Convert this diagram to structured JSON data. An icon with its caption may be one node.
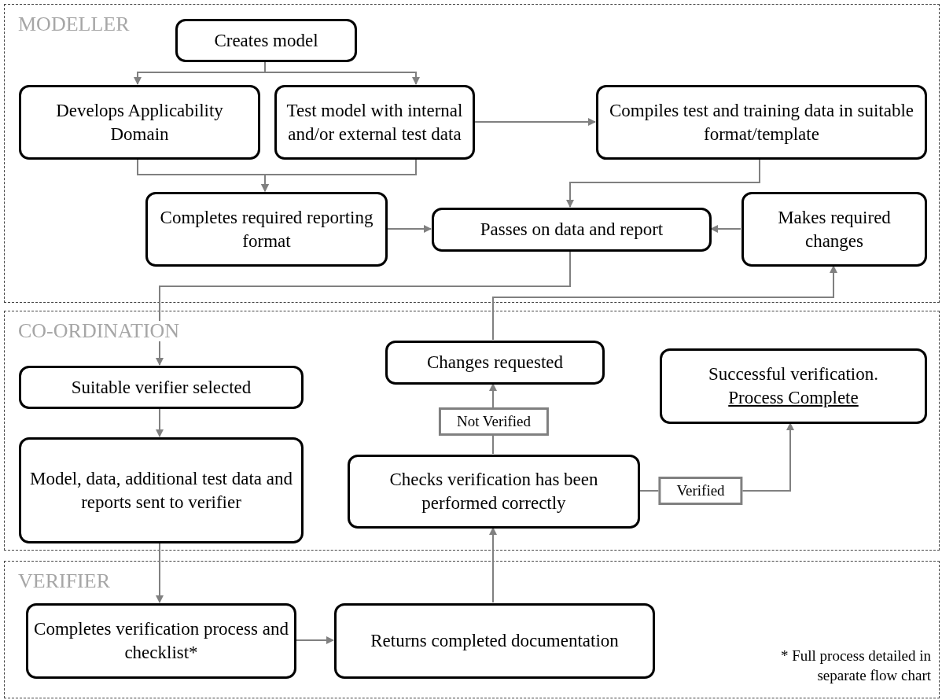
{
  "diagram": {
    "nodes": [
      {
        "text": [
          "MODELLER"
        ]
      },
      {
        "text": [
          "Creates model"
        ],
        "in": 0
      },
      {
        "text": [
          "Develops Applicability Domain"
        ],
        "in": 0
      },
      {
        "text": [
          "Test model with internal and/or external test data"
        ],
        "in": 0
      },
      {
        "text": [
          "Compiles test and training data in suitable format/template"
        ],
        "in": 0
      },
      {
        "text": [
          "Completes required reporting format"
        ],
        "in": 0
      },
      {
        "text": [
          "Passes on data and report"
        ],
        "in": 0
      },
      {
        "text": [
          "Makes required changes"
        ],
        "in": 0
      },
      {
        "text": [
          "CO-ORDINATION"
        ]
      },
      {
        "text": [
          "Suitable verifier selected"
        ],
        "in": 8
      },
      {
        "text": [
          "Model, data, additional test data and reports sent to verifier"
        ],
        "in": 8
      },
      {
        "text": [
          "Changes requested"
        ],
        "in": 8
      },
      {
        "text": [
          "Successful verification.",
          "Process Complete"
        ],
        "in": 8
      },
      {
        "text": [
          "Checks verification has been performed correctly"
        ],
        "in": 8
      },
      {
        "text": [
          "VERIFIER"
        ]
      },
      {
        "text": [
          "Completes verification process and checklist*"
        ],
        "in": 14
      },
      {
        "text": [
          "Returns completed documentation"
        ],
        "in": 14
      }
    ],
    "edges": [
      {
        "from": 1,
        "to": 2,
        "arrow": "to"
      },
      {
        "from": 1,
        "to": 3,
        "arrow": "to"
      },
      {
        "from": 2,
        "to": 5,
        "arrow": "to"
      },
      {
        "from": 3,
        "to": 5,
        "arrow": "to"
      },
      {
        "from": 3,
        "to": 4,
        "arrow": "to"
      },
      {
        "from": 4,
        "to": 6,
        "arrow": "to"
      },
      {
        "from": 5,
        "to": 6,
        "arrow": "to"
      },
      {
        "from": 7,
        "to": 6,
        "arrow": "to"
      },
      {
        "from": 6,
        "to": 9,
        "arrow": "to"
      },
      {
        "from": 11,
        "to": 7,
        "arrow": "to"
      },
      {
        "from": 9,
        "to": 10,
        "arrow": "to"
      },
      {
        "from": 10,
        "to": 15,
        "arrow": "to"
      },
      {
        "from": 15,
        "to": 16,
        "arrow": "to"
      },
      {
        "from": 16,
        "to": 13,
        "arrow": "to"
      },
      {
        "from": 13,
        "to": 11,
        "arrow": "to",
        "label": "Not Verified"
      },
      {
        "from": 13,
        "to": 12,
        "arrow": "to",
        "label": "Verified"
      }
    ],
    "labels": [
      "* Full process detailed in separate flow chart"
    ]
  }
}
